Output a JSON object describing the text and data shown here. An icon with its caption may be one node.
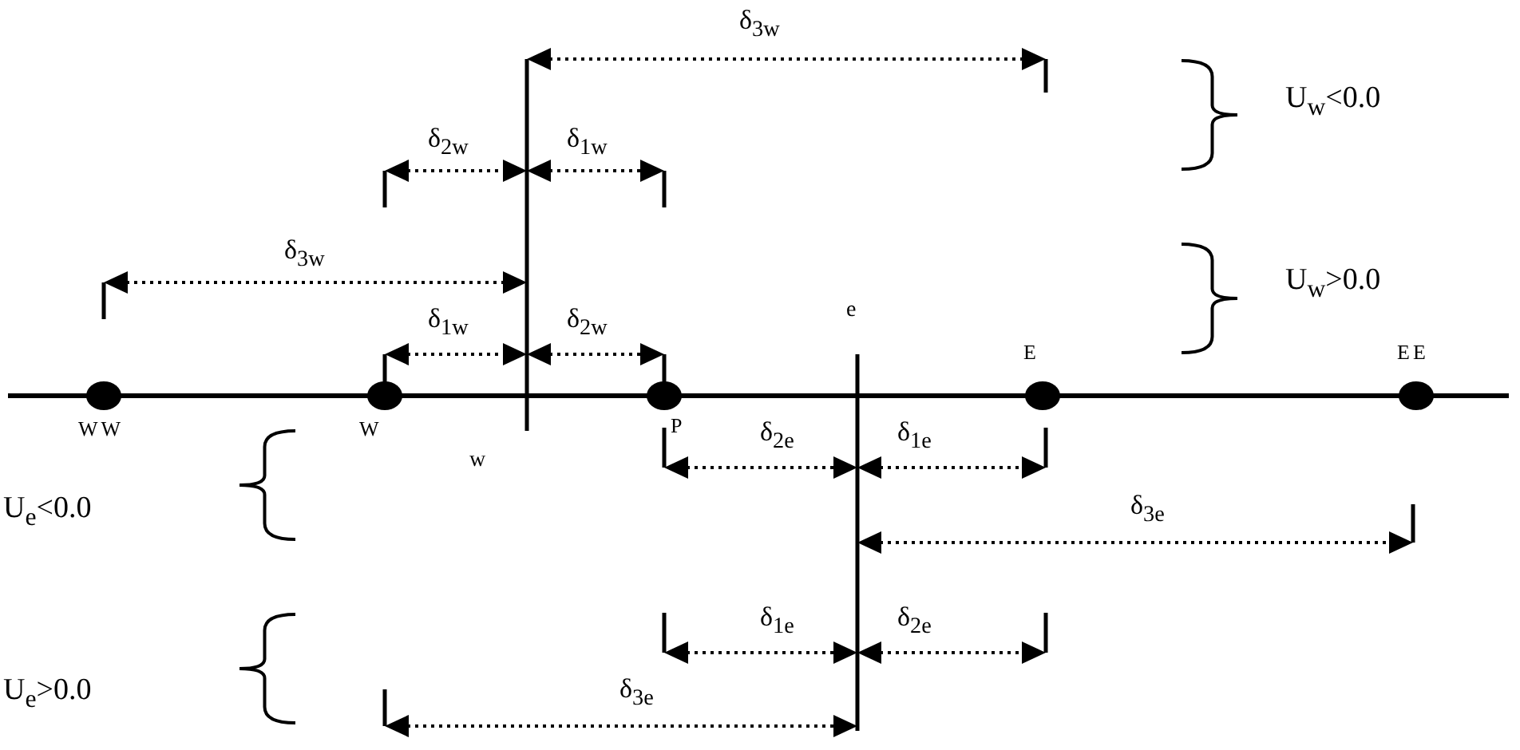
{
  "diagram": {
    "nodes": [
      {
        "text": [
          "WW"
        ]
      },
      {
        "text": [
          "W"
        ]
      },
      {
        "text": [
          "P"
        ]
      },
      {
        "text": [
          "E"
        ]
      },
      {
        "text": [
          "EE"
        ]
      }
    ],
    "labels": [
      "δ$_{3w}$",
      "U$_{w}$<0.0",
      "δ$_{2w}$",
      "δ$_{1w}$",
      "δ$_{3w}$",
      "U$_{w}$>0.0",
      "e",
      "δ$_{1w}$",
      "δ$_{2w}$",
      "w",
      "δ$_{2e}$",
      "δ$_{1e}$",
      "U$_{e}$<0.0",
      "δ$_{3e}$",
      "δ$_{1e}$",
      "δ$_{2e}$",
      "U$_{e}$>0.0",
      "δ$_{3e}$"
    ]
  }
}
